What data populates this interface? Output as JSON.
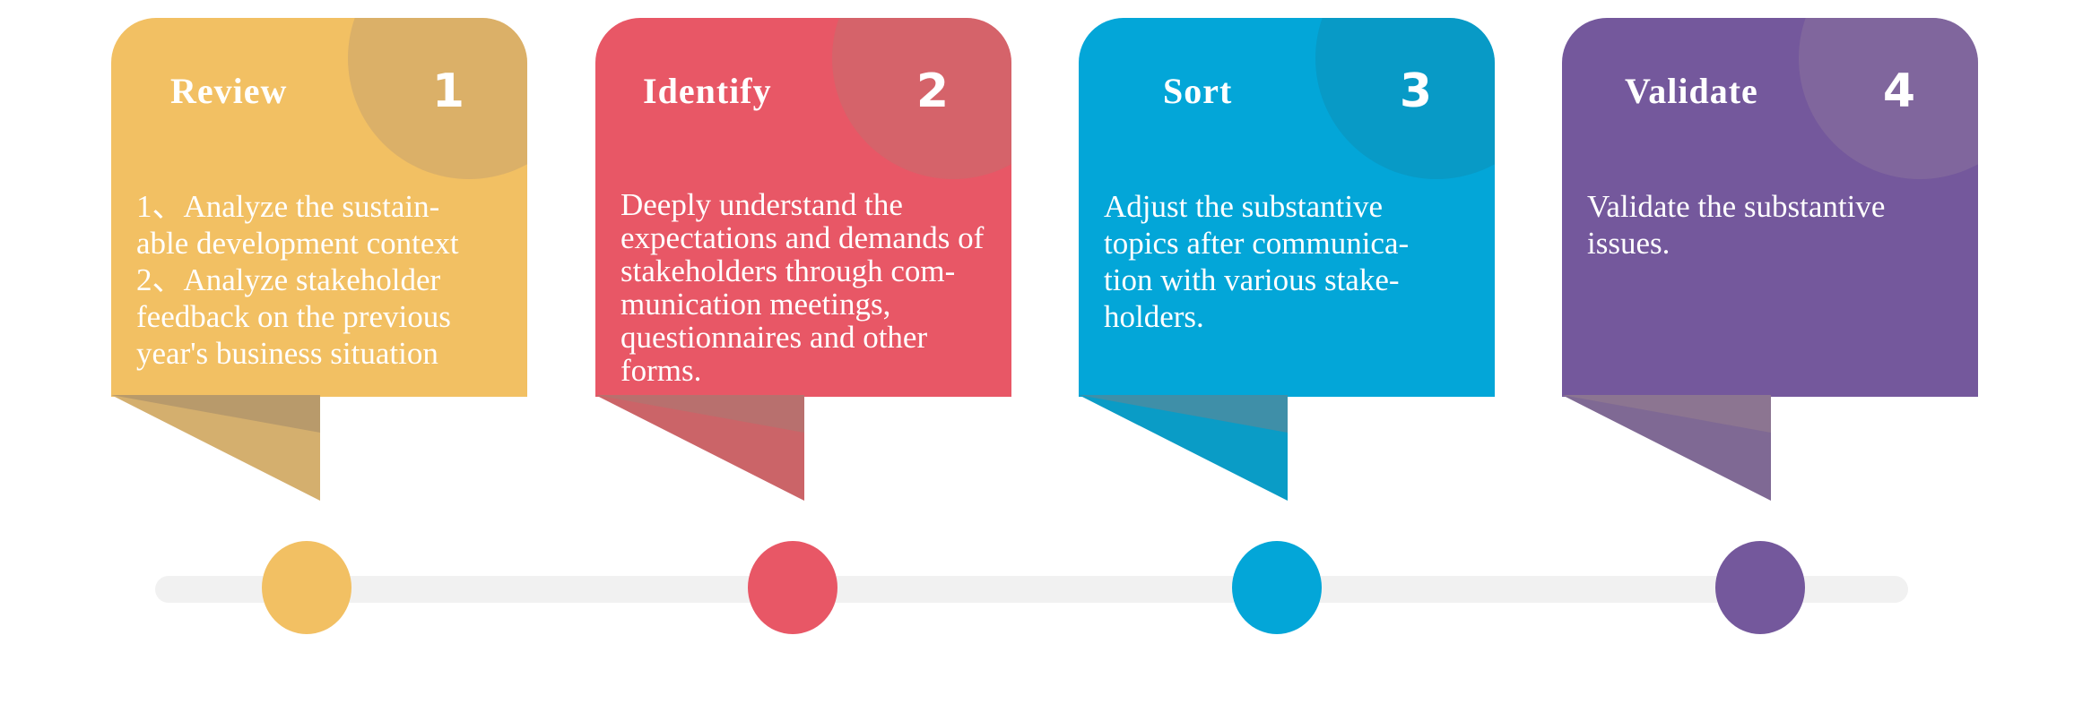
{
  "steps": [
    {
      "title": "Review",
      "number": "1",
      "color": "#F2C063",
      "accent": "#C9A26E",
      "tail_dark": "#D4AF6E",
      "tail_light": "#B89A6B",
      "lines": [
        "1、Analyze the sustain-",
        "able development context",
        "2、Analyze stakeholder",
        "feedback on the previous",
        "year's business situation"
      ]
    },
    {
      "title": "Identify",
      "number": "2",
      "color": "#E85766",
      "accent": "#C56E6E",
      "tail_dark": "#CB6468",
      "tail_light": "#B8706E",
      "lines": [
        "Deeply understand the",
        "expectations and demands of",
        "stakeholders through com-",
        "munication meetings,",
        "questionnaires and other",
        "forms."
      ]
    },
    {
      "title": "Sort",
      "number": "3",
      "color": "#03A6D8",
      "accent": "#0C8FB8",
      "tail_dark": "#0A9CC6",
      "tail_light": "#3F8FA8",
      "lines": [
        "Adjust the substantive",
        "topics after communica-",
        "tion with various stake-",
        "holders."
      ]
    },
    {
      "title": "Validate",
      "number": "4",
      "color": "#74589C",
      "accent": "#8A739F",
      "tail_dark": "#7F6994",
      "tail_light": "#8C7591",
      "lines": [
        "Validate the substantive",
        "issues."
      ]
    }
  ]
}
